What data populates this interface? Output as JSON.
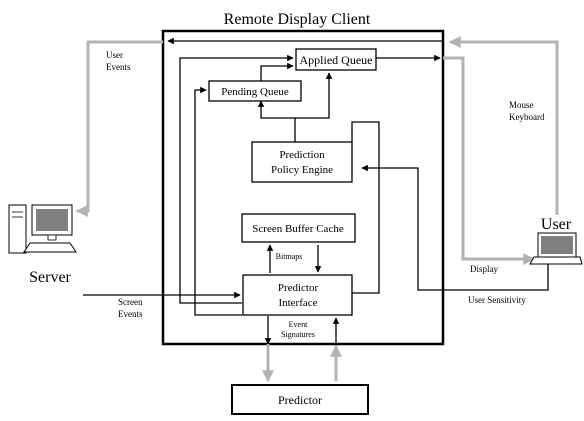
{
  "title": "Remote Display Client",
  "nodes": {
    "applied_queue": "Applied Queue",
    "pending_queue": "Pending Queue",
    "policy_engine_line1": "Prediction",
    "policy_engine_line2": "Policy Engine",
    "screen_buffer_cache": "Screen Buffer Cache",
    "predictor_interface_line1": "Predictor",
    "predictor_interface_line2": "Interface",
    "predictor": "Predictor"
  },
  "actors": {
    "server": "Server",
    "user": "User"
  },
  "labels": {
    "user_events_line1": "User",
    "user_events_line2": "Events",
    "mouse": "Mouse",
    "keyboard": "Keyboard",
    "display": "Display",
    "screen_events_line1": "Screen",
    "screen_events_line2": "Events",
    "bitmaps": "Bitmaps",
    "event_signatures_line1": "Event",
    "event_signatures_line2": "Signatures",
    "user_sensitivity": "User Sensitivity"
  },
  "colors": {
    "line": "#000000",
    "gray_arrow": "#b3b3b3",
    "computer_screen": "#7f7f7f"
  }
}
